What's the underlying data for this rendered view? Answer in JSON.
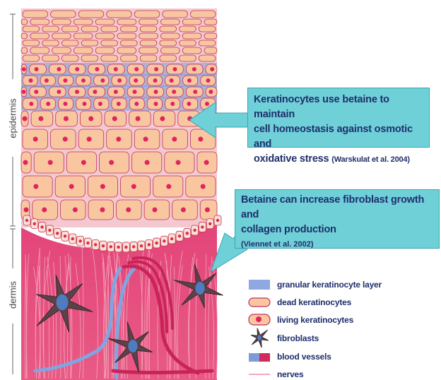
{
  "side_labels": {
    "epidermis": "epidermis",
    "dermis": "dermis"
  },
  "callouts": [
    {
      "line1": "Keratinocytes use betaine to maintain",
      "line2": "cell homeostasis against osmotic and",
      "line3": "oxidative stress",
      "citation": "(Warskulat et al. 2004)"
    },
    {
      "line1": "Betaine can increase fibroblast growth and",
      "line2": "collagen production",
      "citation": "(Viennet et al. 2002)"
    }
  ],
  "legend": [
    {
      "icon": "granular-layer-swatch",
      "label": "granular keratinocyte layer"
    },
    {
      "icon": "dead-keratinocyte-icon",
      "label": "dead keratinocytes"
    },
    {
      "icon": "living-keratinocyte-icon",
      "label": "living keratinocytes"
    },
    {
      "icon": "fibroblast-icon",
      "label": "fibroblasts"
    },
    {
      "icon": "blood-vessel-icon",
      "label": "blood vessels"
    },
    {
      "icon": "nerve-icon",
      "label": "nerves"
    }
  ],
  "colors": {
    "cell_fill": "#f8c7a0",
    "cell_stroke": "#c2305a",
    "nucleus": "#e0245e",
    "granular_blue": "#7f9ad6",
    "dermis_pink": "#e8507f",
    "callout_bg": "#6fd0d8",
    "callout_text": "#1f2f6b"
  }
}
